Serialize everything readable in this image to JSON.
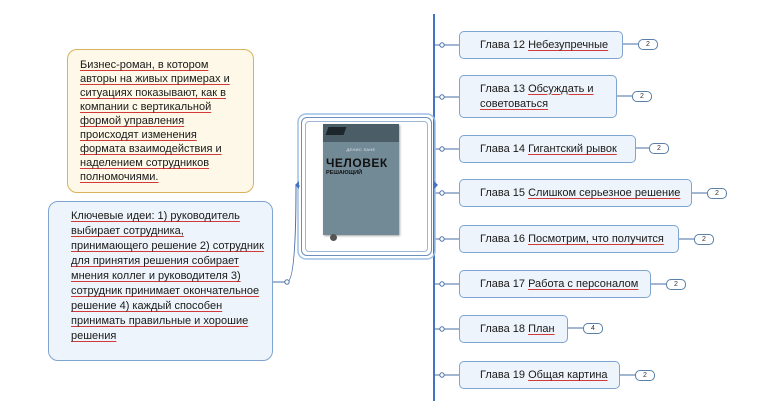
{
  "note": {
    "text": "Бизнес-роман, в котором авторы на живых примерах и ситуациях показывают, как в компании с вертикальной формой управления происходят изменения формата взаимодействия и наделением сотрудников полномочиями."
  },
  "ideas": {
    "label": "Ключевые идеи",
    "text": ": 1) руководитель выбирает сотрудника, принимающего решение 2) сотрудник для принятия решения собирает мнения коллег и руководителя 3) сотрудник принимает окончательное решение  4) каждый способен принимать правильные и хорошие решения"
  },
  "book": {
    "author": "ДЕНИС ЛАНЕ",
    "title": "ЧЕЛОВЕК",
    "subtitle": "РЕШАЮЩИЙ"
  },
  "chapters": [
    {
      "prefix": "Глава 12",
      "name": "Небезупречные",
      "badge": "2"
    },
    {
      "prefix": "Глава 13",
      "name": "Обсуждать и советоваться",
      "badge": "2"
    },
    {
      "prefix": "Глава 14",
      "name": "Гигантский рывок",
      "badge": "2"
    },
    {
      "prefix": "Глава 15",
      "name": "Слишком серьезное решение",
      "badge": "2"
    },
    {
      "prefix": "Глава 16",
      "name": "Посмотрим, что получится",
      "badge": "2"
    },
    {
      "prefix": "Глава 17",
      "name": "Работа с персоналом",
      "badge": "2"
    },
    {
      "prefix": "Глава 18",
      "name": "План",
      "badge": "4"
    },
    {
      "prefix": "Глава 19",
      "name": "Общая картина",
      "badge": "2"
    }
  ],
  "colors": {
    "topic_fill": "#eef4fb",
    "topic_border": "#7ea4cf",
    "note_fill": "#fdf8e7",
    "note_border": "#d9b25c",
    "connector": "#4472c4"
  }
}
